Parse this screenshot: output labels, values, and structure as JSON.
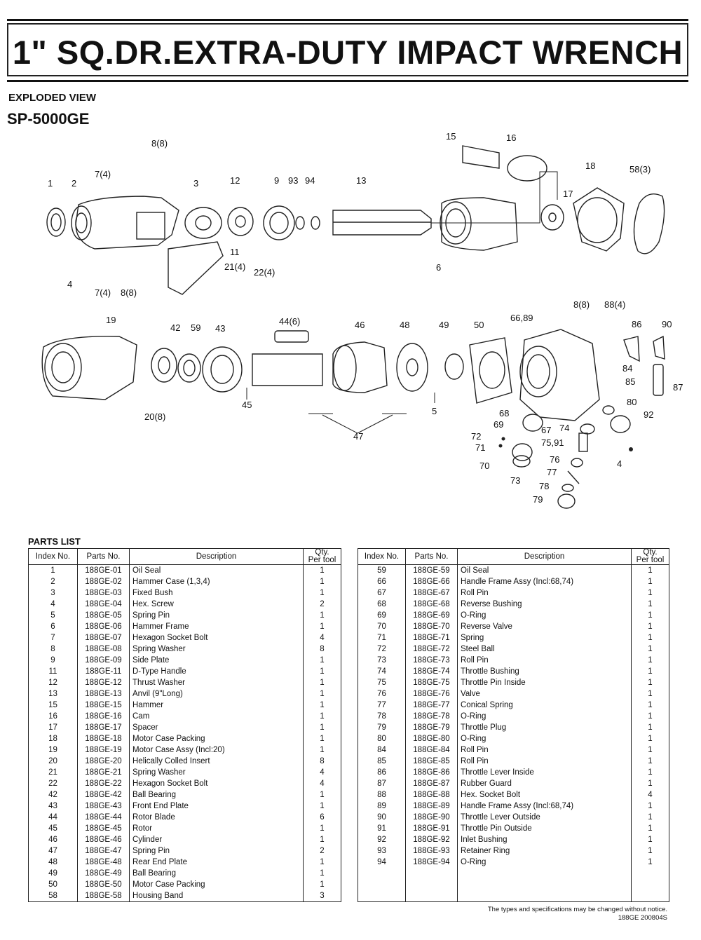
{
  "header": {
    "title": "1\" SQ.DR.EXTRA-DUTY IMPACT WRENCH",
    "section": "EXPLODED VIEW",
    "model": "SP-5000GE"
  },
  "diagram_callouts": [
    "1",
    "2",
    "3",
    "4",
    "4",
    "5",
    "6",
    "7(4)",
    "7(4)",
    "8(8)",
    "8(8)",
    "8(8)",
    "9",
    "11",
    "12",
    "13",
    "15",
    "16",
    "17",
    "18",
    "19",
    "20(8)",
    "21(4)",
    "22(4)",
    "42",
    "43",
    "44(6)",
    "45",
    "46",
    "47",
    "48",
    "49",
    "50",
    "58(3)",
    "59",
    "66,89",
    "67",
    "68",
    "69",
    "70",
    "71",
    "72",
    "73",
    "74",
    "75,91",
    "76",
    "77",
    "78",
    "79",
    "80",
    "84",
    "85",
    "86",
    "87",
    "88(4)",
    "90",
    "92",
    "93",
    "94"
  ],
  "parts_list": {
    "title": "PARTS LIST",
    "columns": [
      "Index No.",
      "Parts No.",
      "Description",
      "Qty.\nPer tool"
    ],
    "left": [
      [
        "1",
        "188GE-01",
        "Oil Seal",
        "1"
      ],
      [
        "2",
        "188GE-02",
        "Hammer Case (1,3,4)",
        "1"
      ],
      [
        "3",
        "188GE-03",
        "Fixed Bush",
        "1"
      ],
      [
        "4",
        "188GE-04",
        "Hex. Screw",
        "2"
      ],
      [
        "5",
        "188GE-05",
        "Spring Pin",
        "1"
      ],
      [
        "6",
        "188GE-06",
        "Hammer Frame",
        "1"
      ],
      [
        "7",
        "188GE-07",
        "Hexagon Socket Bolt",
        "4"
      ],
      [
        "8",
        "188GE-08",
        "Spring Washer",
        "8"
      ],
      [
        "9",
        "188GE-09",
        "Side Plate",
        "1"
      ],
      [
        "11",
        "188GE-11",
        "D-Type Handle",
        "1"
      ],
      [
        "12",
        "188GE-12",
        "Thrust Washer",
        "1"
      ],
      [
        "13",
        "188GE-13",
        "Anvil (9\"Long)",
        "1"
      ],
      [
        "15",
        "188GE-15",
        "Hammer",
        "1"
      ],
      [
        "16",
        "188GE-16",
        "Cam",
        "1"
      ],
      [
        "17",
        "188GE-17",
        "Spacer",
        "1"
      ],
      [
        "18",
        "188GE-18",
        "Motor Case Packing",
        "1"
      ],
      [
        "19",
        "188GE-19",
        "Motor Case Assy (Incl:20)",
        "1"
      ],
      [
        "20",
        "188GE-20",
        "Helically Colled Insert",
        "8"
      ],
      [
        "21",
        "188GE-21",
        "Spring Washer",
        "4"
      ],
      [
        "22",
        "188GE-22",
        "Hexagon Socket Bolt",
        "4"
      ],
      [
        "42",
        "188GE-42",
        "Ball Bearing",
        "1"
      ],
      [
        "43",
        "188GE-43",
        "Front End Plate",
        "1"
      ],
      [
        "44",
        "188GE-44",
        "Rotor Blade",
        "6"
      ],
      [
        "45",
        "188GE-45",
        "Rotor",
        "1"
      ],
      [
        "46",
        "188GE-46",
        "Cylinder",
        "1"
      ],
      [
        "47",
        "188GE-47",
        "Spring Pin",
        "2"
      ],
      [
        "48",
        "188GE-48",
        "Rear End Plate",
        "1"
      ],
      [
        "49",
        "188GE-49",
        "Ball Bearing",
        "1"
      ],
      [
        "50",
        "188GE-50",
        "Motor Case Packing",
        "1"
      ],
      [
        "58",
        "188GE-58",
        "Housing Band",
        "3"
      ]
    ],
    "right": [
      [
        "59",
        "188GE-59",
        "Oil Seal",
        "1"
      ],
      [
        "66",
        "188GE-66",
        "Handle Frame Assy (Incl:68,74)",
        "1"
      ],
      [
        "67",
        "188GE-67",
        "Roll Pin",
        "1"
      ],
      [
        "68",
        "188GE-68",
        "Reverse Bushing",
        "1"
      ],
      [
        "69",
        "188GE-69",
        "O-Ring",
        "1"
      ],
      [
        "70",
        "188GE-70",
        "Reverse Valve",
        "1"
      ],
      [
        "71",
        "188GE-71",
        "Spring",
        "1"
      ],
      [
        "72",
        "188GE-72",
        "Steel Ball",
        "1"
      ],
      [
        "73",
        "188GE-73",
        "Roll Pin",
        "1"
      ],
      [
        "74",
        "188GE-74",
        "Throttle Bushing",
        "1"
      ],
      [
        "75",
        "188GE-75",
        "Throttle Pin Inside",
        "1"
      ],
      [
        "76",
        "188GE-76",
        "Valve",
        "1"
      ],
      [
        "77",
        "188GE-77",
        "Conical Spring",
        "1"
      ],
      [
        "78",
        "188GE-78",
        "O-Ring",
        "1"
      ],
      [
        "79",
        "188GE-79",
        "Throttle Plug",
        "1"
      ],
      [
        "80",
        "188GE-80",
        "O-Ring",
        "1"
      ],
      [
        "84",
        "188GE-84",
        "Roll Pin",
        "1"
      ],
      [
        "85",
        "188GE-85",
        "Roll Pin",
        "1"
      ],
      [
        "86",
        "188GE-86",
        "Throttle Lever Inside",
        "1"
      ],
      [
        "87",
        "188GE-87",
        "Rubber Guard",
        "1"
      ],
      [
        "88",
        "188GE-88",
        "Hex. Socket Bolt",
        "4"
      ],
      [
        "89",
        "188GE-89",
        "Handle Frame Assy (Incl:68,74)",
        "1"
      ],
      [
        "90",
        "188GE-90",
        "Throttle Lever Outside",
        "1"
      ],
      [
        "91",
        "188GE-91",
        "Throttle Pin Outside",
        "1"
      ],
      [
        "92",
        "188GE-92",
        "Inlet Bushing",
        "1"
      ],
      [
        "93",
        "188GE-93",
        "Retainer Ring",
        "1"
      ],
      [
        "94",
        "188GE-94",
        "O-Ring",
        "1"
      ],
      [
        "",
        "",
        "",
        ""
      ],
      [
        "",
        "",
        "",
        ""
      ],
      [
        "",
        "",
        "",
        ""
      ]
    ]
  },
  "footer": {
    "notice": "The types and specifications may be changed without notice.",
    "code": "188GE  200804S"
  }
}
